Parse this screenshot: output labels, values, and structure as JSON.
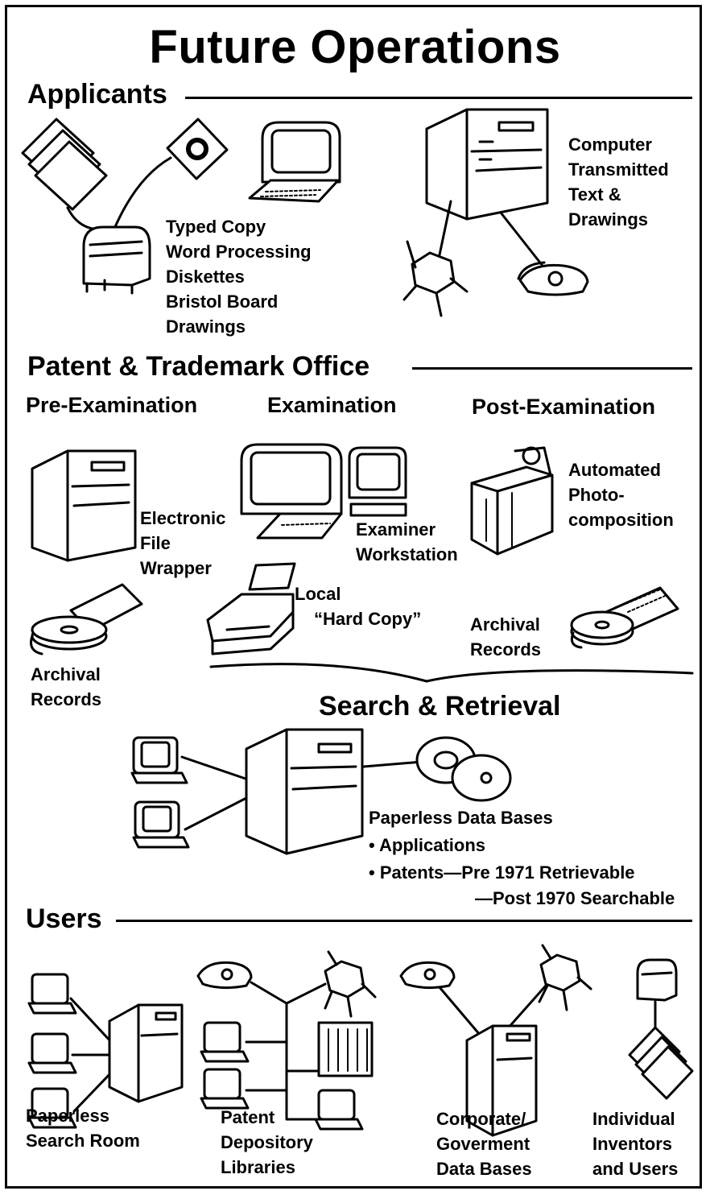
{
  "title": "Future Operations",
  "applicants": {
    "heading": "Applicants",
    "paper_lines": [
      "Typed Copy",
      "Word Processing",
      "Diskettes",
      "Bristol Board",
      "Drawings"
    ],
    "electronic_lines": [
      "Computer",
      "Transmitted",
      "Text &",
      "Drawings"
    ]
  },
  "pto": {
    "heading": "Patent & Trademark Office",
    "pre": "Pre-Examination",
    "exam": "Examination",
    "post": "Post-Examination",
    "efw": [
      "Electronic",
      "File",
      "Wrapper"
    ],
    "examiner": [
      "Examiner",
      "Workstation"
    ],
    "photo": [
      "Automated",
      "Photo-",
      "composition"
    ],
    "hardcopy": [
      "Local",
      "“Hard Copy”"
    ],
    "archival_right": [
      "Archival",
      "Records"
    ],
    "archival_left": [
      "Archival",
      "Records"
    ]
  },
  "search": {
    "heading": "Search & Retrieval",
    "databases_title": "Paperless Data Bases",
    "bullet1": "• Applications",
    "bullet2": "• Patents—Pre 1971 Retrievable",
    "bullet3": "—Post 1970 Searchable"
  },
  "users": {
    "heading": "Users",
    "searchroom": [
      "Paperless",
      "Search Room"
    ],
    "libraries": [
      "Patent",
      "Depository",
      "Libraries"
    ],
    "corporate": [
      "Corporate/",
      "Goverment",
      "Data Bases"
    ],
    "individual": [
      "Individual",
      "Inventors",
      "and Users"
    ]
  },
  "icons": [
    "paper-stack-icon",
    "diskette-icon",
    "terminal-icon",
    "mailbox-icon",
    "mainframe-icon",
    "satellite-icon",
    "telephone-icon",
    "printer-icon",
    "optical-disc-drive-icon",
    "photocomposer-icon",
    "optical-discs-icon"
  ]
}
